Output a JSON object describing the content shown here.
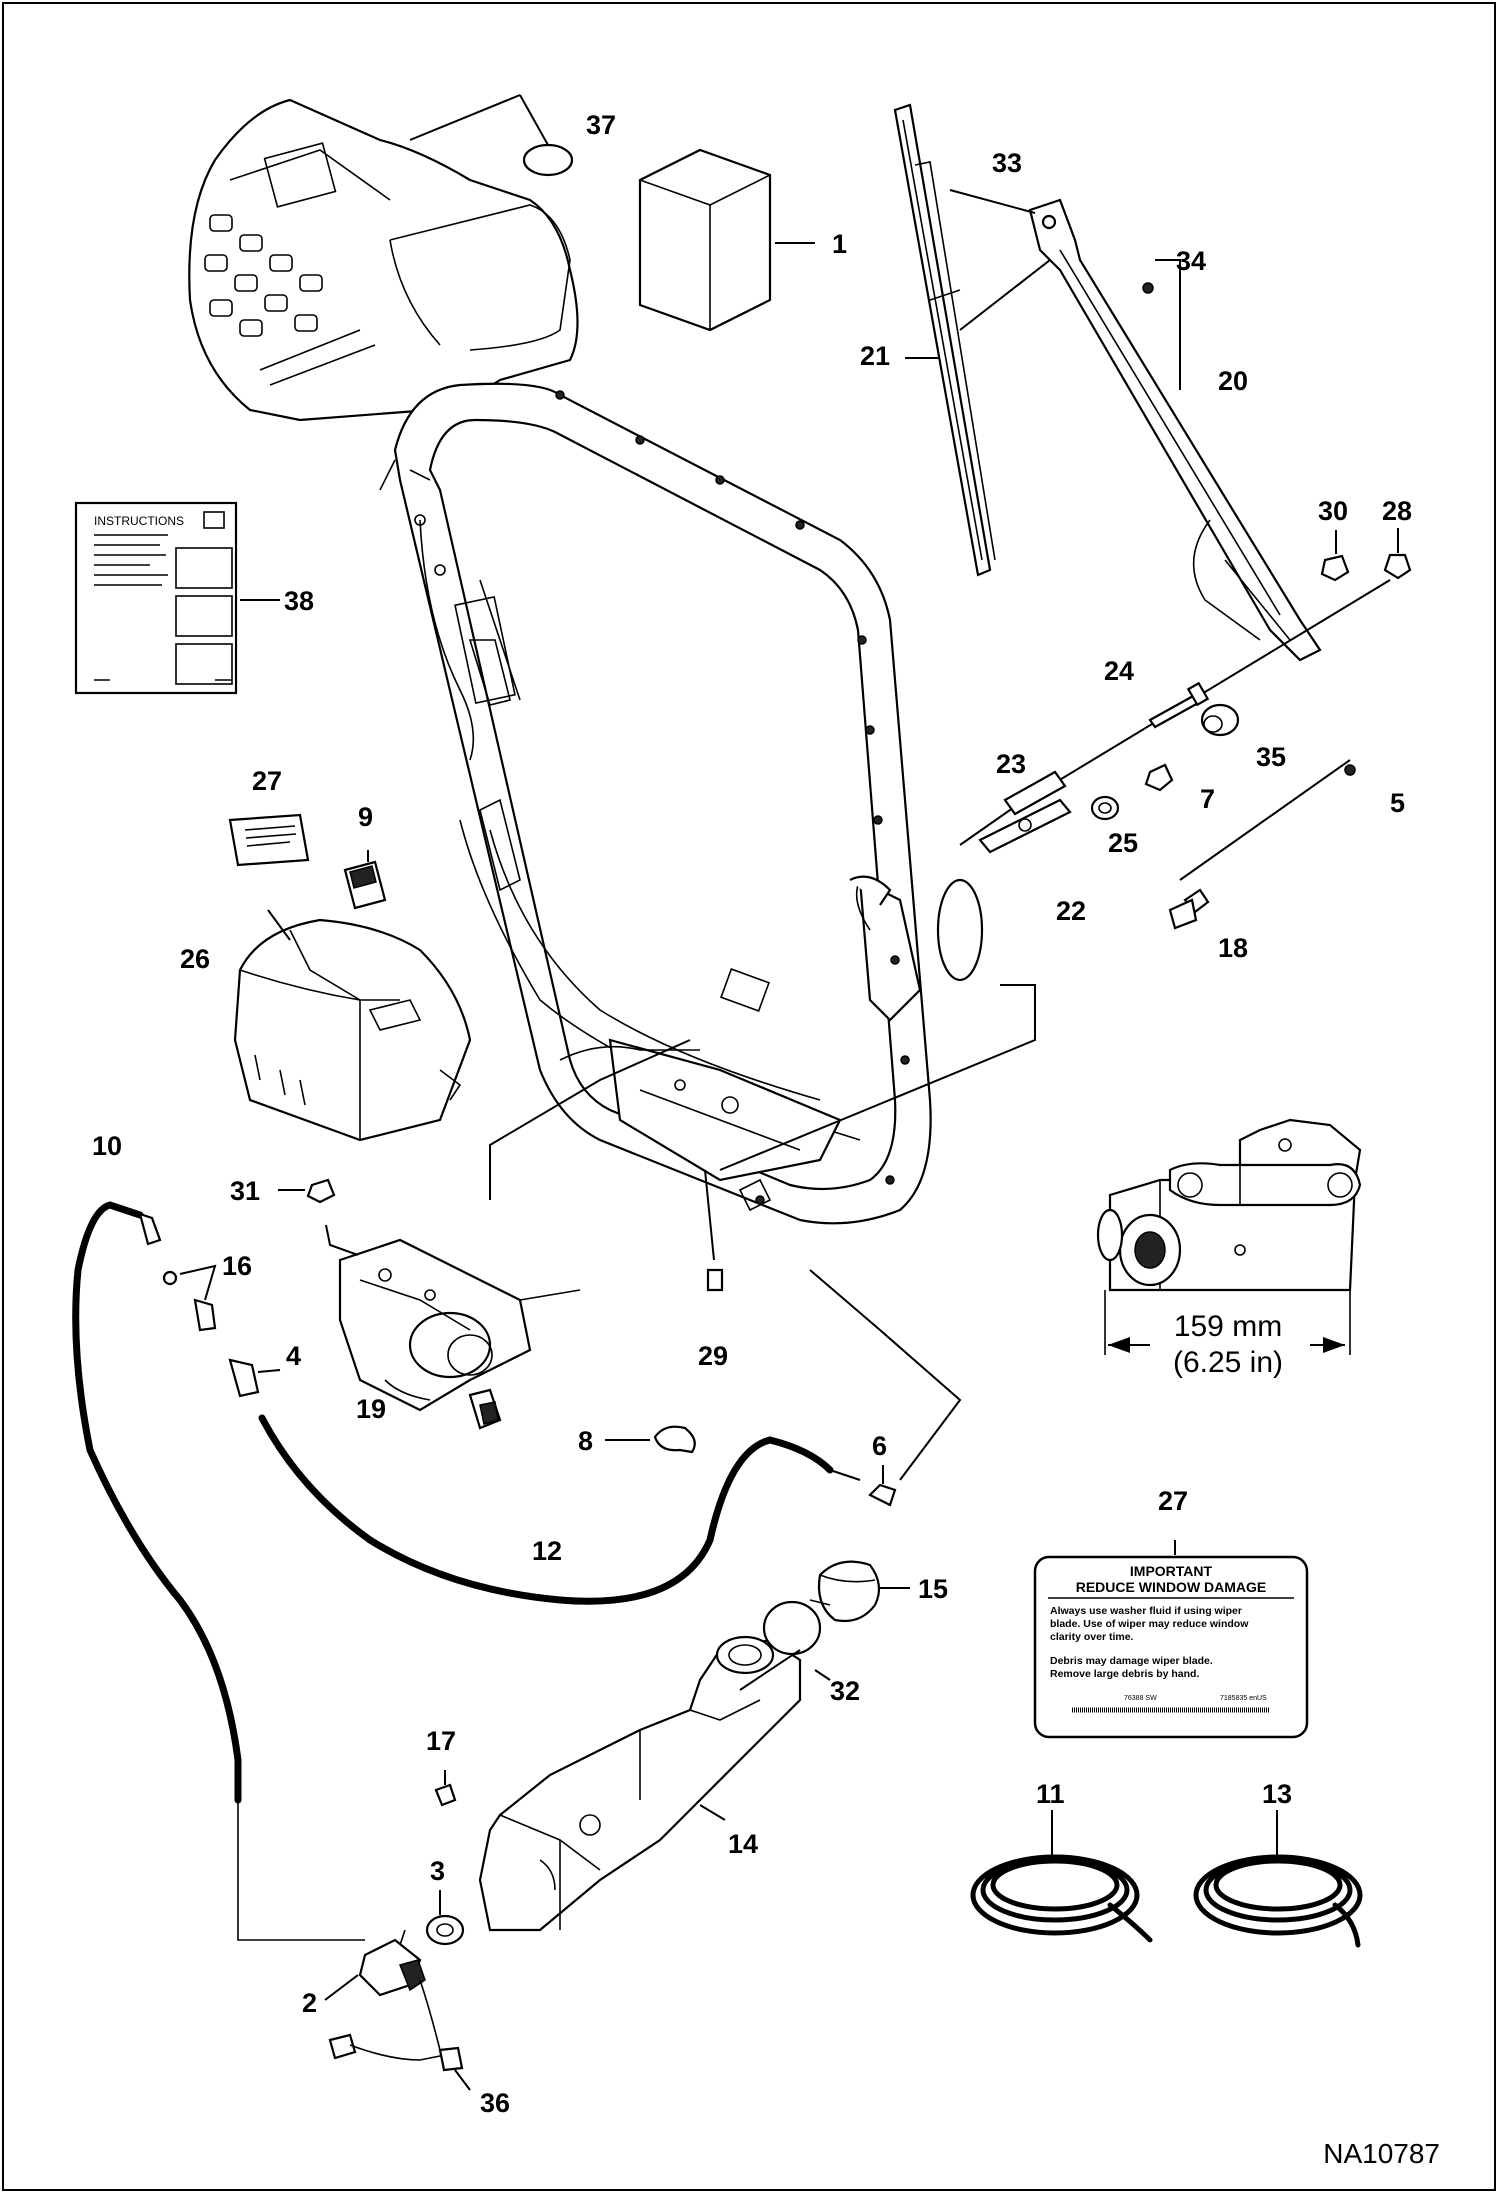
{
  "diagram": {
    "drawing_code": "NA10787",
    "dimension": {
      "metric": "159 mm",
      "imperial": "(6.25 in)"
    },
    "instructions_sheet": {
      "title": "INSTRUCTIONS"
    },
    "decal": {
      "line1": "IMPORTANT",
      "line2": "REDUCE WINDOW DAMAGE",
      "para1_l1": "Always use washer fluid if using wiper",
      "para1_l2": "blade. Use of wiper may reduce window",
      "para1_l3": "clarity over time.",
      "para2_l1": "Debris may damage wiper blade.",
      "para2_l2": "Remove large debris by hand.",
      "code_left": "76388 SW",
      "code_right": "7185835 enUS"
    },
    "callouts": {
      "c37": "37",
      "c1": "1",
      "c33": "33",
      "c34": "34",
      "c21": "21",
      "c20": "20",
      "c30": "30",
      "c28": "28",
      "c38": "38",
      "c24": "24",
      "c35": "35",
      "c23": "23",
      "c7": "7",
      "c5": "5",
      "c25": "25",
      "c22": "22",
      "c27a": "27",
      "c9": "9",
      "c26": "26",
      "c18": "18",
      "c10": "10",
      "c31": "31",
      "c16": "16",
      "c4": "4",
      "c29": "29",
      "c19": "19",
      "c8": "8",
      "c6": "6",
      "c27b": "27",
      "c12": "12",
      "c15": "15",
      "c32": "32",
      "c17": "17",
      "c14": "14",
      "c11": "11",
      "c13": "13",
      "c3": "3",
      "c2": "2",
      "c36": "36"
    }
  }
}
